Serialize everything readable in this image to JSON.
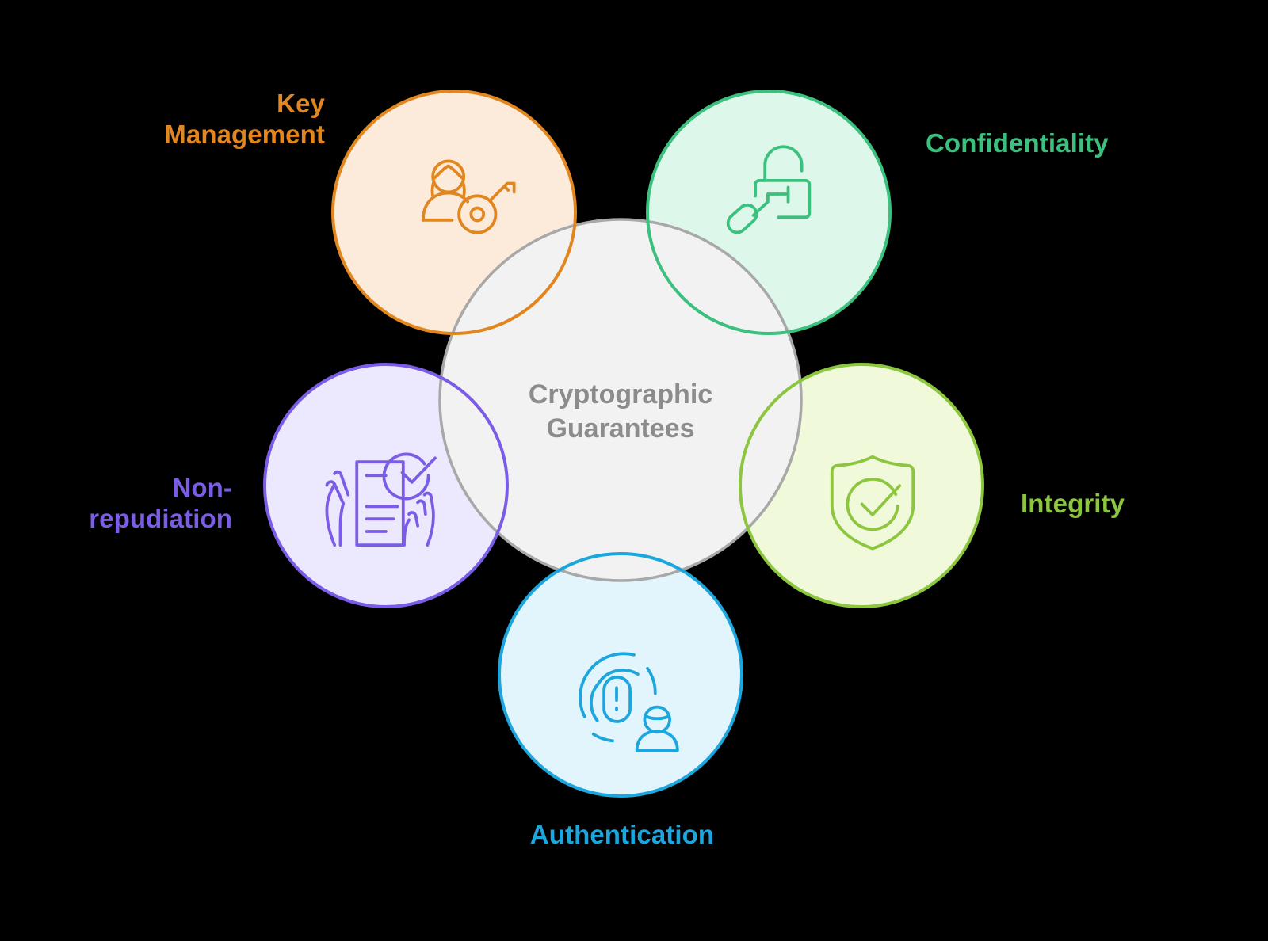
{
  "diagram": {
    "title": "Cryptographic Guarantees",
    "background_color": "#000000",
    "center": {
      "label_line_1": "Cryptographic",
      "label_line_2": "Guarantees",
      "fill_color": "#f2f2f2",
      "stroke_color": "#a8a8a8",
      "text_color": "#8c8c8c"
    },
    "petals": [
      {
        "id": "key-management",
        "label": "Key Management",
        "label_line_1": "Key",
        "label_line_2": "Management",
        "icon": "person-key-icon",
        "stroke_color": "#e2861f",
        "fill_color": "#fcebda",
        "text_color": "#e2861f",
        "position": "top-left"
      },
      {
        "id": "confidentiality",
        "label": "Confidentiality",
        "label_line_1": "Confidentiality",
        "label_line_2": "",
        "icon": "padlock-key-icon",
        "stroke_color": "#3bc07e",
        "fill_color": "#ddf8ea",
        "text_color": "#3bc07e",
        "position": "top-right"
      },
      {
        "id": "integrity",
        "label": "Integrity",
        "label_line_1": "Integrity",
        "label_line_2": "",
        "icon": "shield-check-icon",
        "stroke_color": "#8cc63e",
        "fill_color": "#f0f9d9",
        "text_color": "#8cc63e",
        "position": "right"
      },
      {
        "id": "authentication",
        "label": "Authentication",
        "label_line_1": "Authentication",
        "label_line_2": "",
        "icon": "fingerprint-person-icon",
        "stroke_color": "#1ba6de",
        "fill_color": "#e2f4fc",
        "text_color": "#1ba6de",
        "position": "bottom"
      },
      {
        "id": "non-repudiation",
        "label": "Non-repudiation",
        "label_line_1": "Non-",
        "label_line_2": "repudiation",
        "icon": "signed-document-icon",
        "stroke_color": "#7b5ce6",
        "fill_color": "#ece8fd",
        "text_color": "#7b5ce6",
        "position": "left"
      }
    ]
  }
}
